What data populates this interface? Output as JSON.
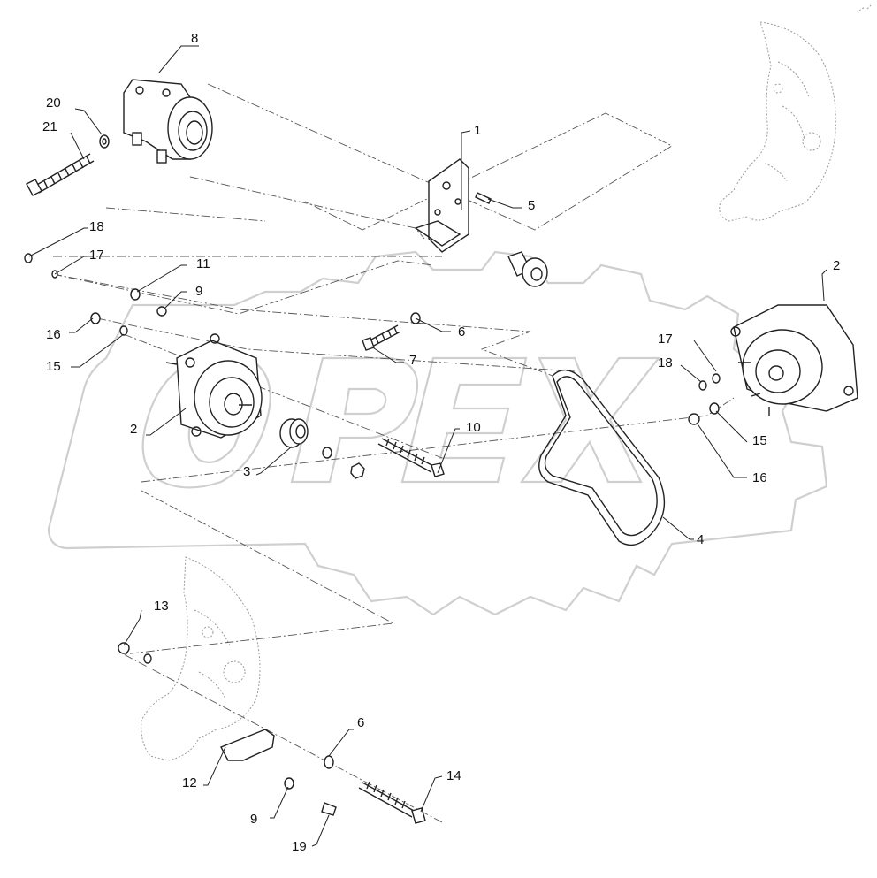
{
  "diagram": {
    "watermark": "OPEX",
    "callouts": [
      {
        "id": "c1",
        "label": "1"
      },
      {
        "id": "c2a",
        "label": "2"
      },
      {
        "id": "c2b",
        "label": "2"
      },
      {
        "id": "c3",
        "label": "3"
      },
      {
        "id": "c4",
        "label": "4"
      },
      {
        "id": "c5",
        "label": "5"
      },
      {
        "id": "c6a",
        "label": "6"
      },
      {
        "id": "c6b",
        "label": "6"
      },
      {
        "id": "c7",
        "label": "7"
      },
      {
        "id": "c8",
        "label": "8"
      },
      {
        "id": "c9a",
        "label": "9"
      },
      {
        "id": "c9b",
        "label": "9"
      },
      {
        "id": "c10",
        "label": "10"
      },
      {
        "id": "c11",
        "label": "11"
      },
      {
        "id": "c12",
        "label": "12"
      },
      {
        "id": "c13",
        "label": "13"
      },
      {
        "id": "c14",
        "label": "14"
      },
      {
        "id": "c15a",
        "label": "15"
      },
      {
        "id": "c15b",
        "label": "15"
      },
      {
        "id": "c16a",
        "label": "16"
      },
      {
        "id": "c16b",
        "label": "16"
      },
      {
        "id": "c17a",
        "label": "17"
      },
      {
        "id": "c17b",
        "label": "17"
      },
      {
        "id": "c18a",
        "label": "18"
      },
      {
        "id": "c18b",
        "label": "18"
      },
      {
        "id": "c19",
        "label": "19"
      },
      {
        "id": "c20",
        "label": "20"
      },
      {
        "id": "c21",
        "label": "21"
      }
    ]
  }
}
